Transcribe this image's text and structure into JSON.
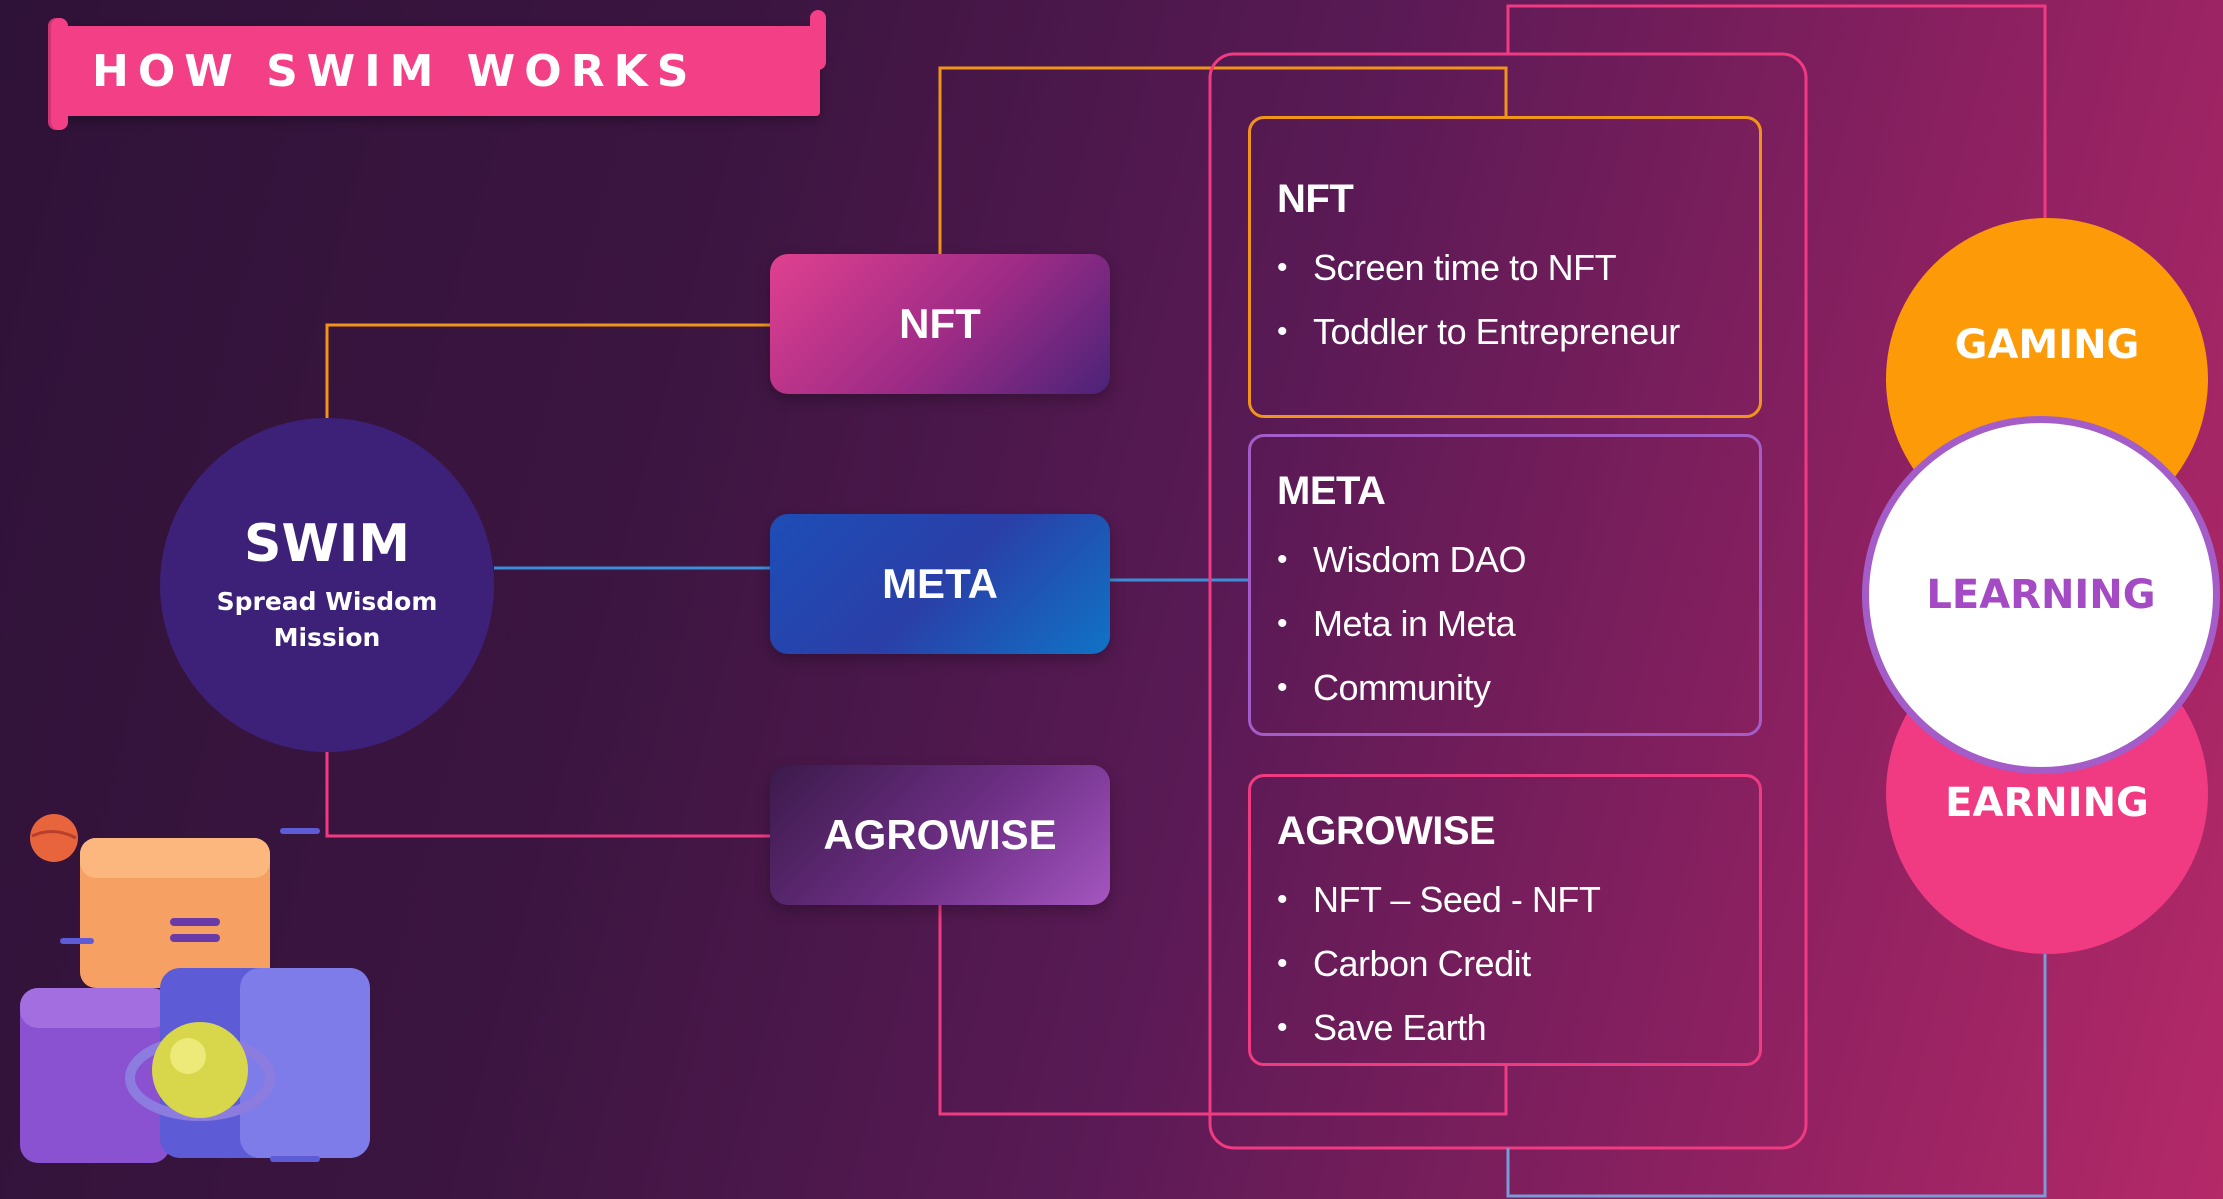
{
  "title": "HOW SWIM WORKS",
  "center": {
    "title": "SWIM",
    "subtitle": "Spread Wisdom Mission"
  },
  "categories": [
    {
      "label": "NFT"
    },
    {
      "label": "META"
    },
    {
      "label": "AGROWISE"
    }
  ],
  "panels": [
    {
      "title": "NFT",
      "items": [
        "Screen time to NFT",
        "Toddler to Entrepreneur"
      ]
    },
    {
      "title": "META",
      "items": [
        "Wisdom DAO",
        "Meta in Meta",
        "Community"
      ]
    },
    {
      "title": "AGROWISE",
      "items": [
        "NFT – Seed - NFT",
        "Carbon Credit",
        "Save Earth"
      ]
    }
  ],
  "outcomes": [
    "GAMING",
    "LEARNING",
    "EARNING"
  ],
  "colors": {
    "banner": "#f33f86",
    "nft_line": "#f0951a",
    "meta_line": "#3b8fd8",
    "agro_line": "#f03a82",
    "swim_circle": "#3d2178",
    "gaming": "#fd9a07",
    "learning_text": "#a44ac4",
    "earning": "#f03a82"
  }
}
